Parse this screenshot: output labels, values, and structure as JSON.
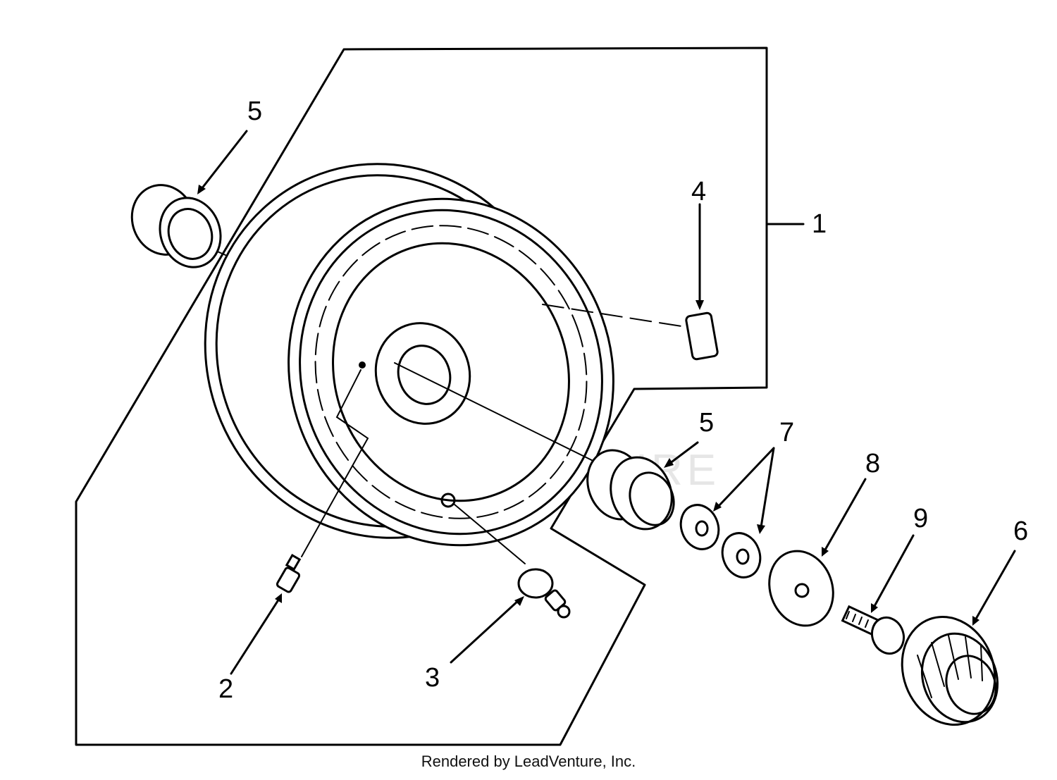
{
  "diagram": {
    "callouts": {
      "c1": "1",
      "c2": "2",
      "c3": "3",
      "c4": "4",
      "c5_left": "5",
      "c5_right": "5",
      "c6": "6",
      "c7": "7",
      "c8": "8",
      "c9": "9"
    },
    "watermark": "LEADVENTURE"
  },
  "footer": {
    "credit": "Rendered by LeadVenture, Inc."
  },
  "colors": {
    "line": "#000000",
    "background": "#ffffff",
    "watermark": "#e6e6e6"
  }
}
